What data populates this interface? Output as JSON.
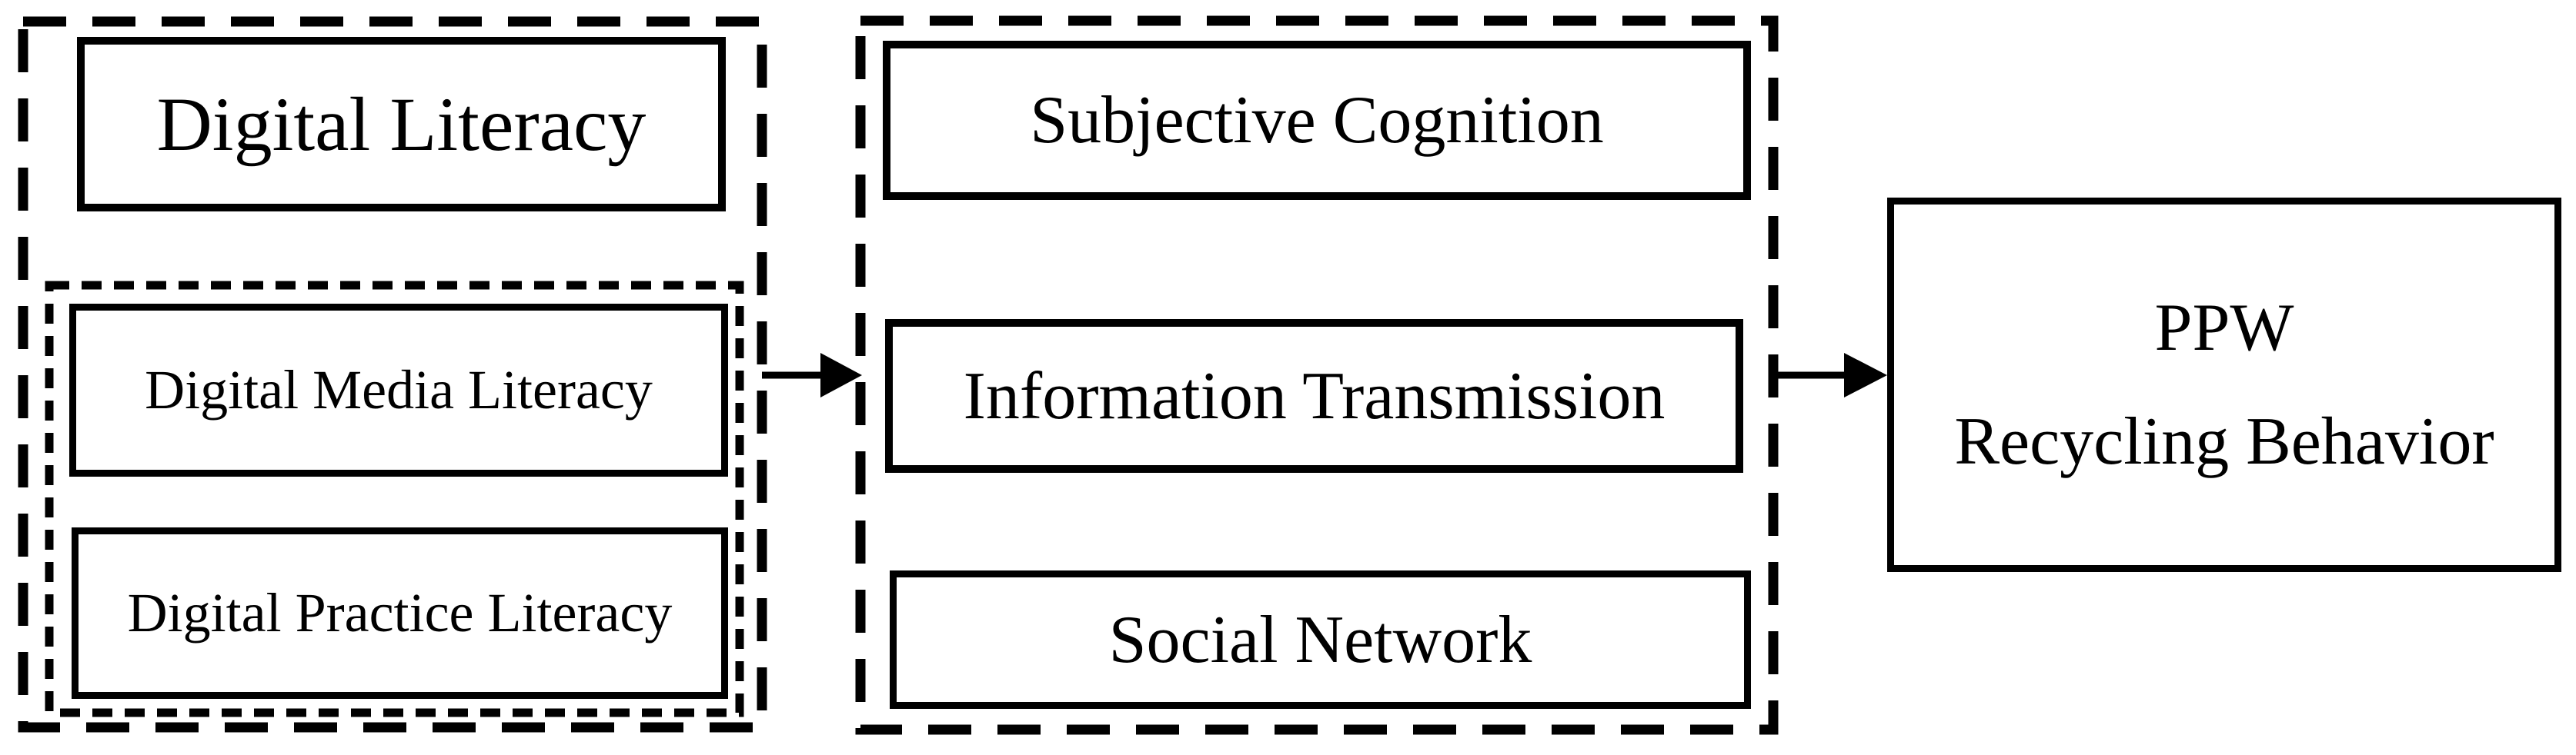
{
  "figure": {
    "kind": "conceptual-flow-diagram",
    "colors": {
      "ink": "#000000",
      "background": "#ffffff"
    }
  },
  "left_group": {
    "title_box": {
      "label": "Digital Literacy"
    },
    "sub_boxes": [
      {
        "label": "Digital Media Literacy"
      },
      {
        "label": "Digital Practice Literacy"
      }
    ]
  },
  "middle_group": {
    "boxes": [
      {
        "label": "Subjective Cognition"
      },
      {
        "label": "Information Transmission"
      },
      {
        "label": "Social Network"
      }
    ]
  },
  "outcome_box": {
    "line1": "PPW",
    "line2": "Recycling Behavior"
  },
  "arrows": [
    {
      "from": "digital-literacy-group",
      "to": "mediator-group"
    },
    {
      "from": "mediator-group",
      "to": "ppw-recycling-behavior-box"
    }
  ]
}
